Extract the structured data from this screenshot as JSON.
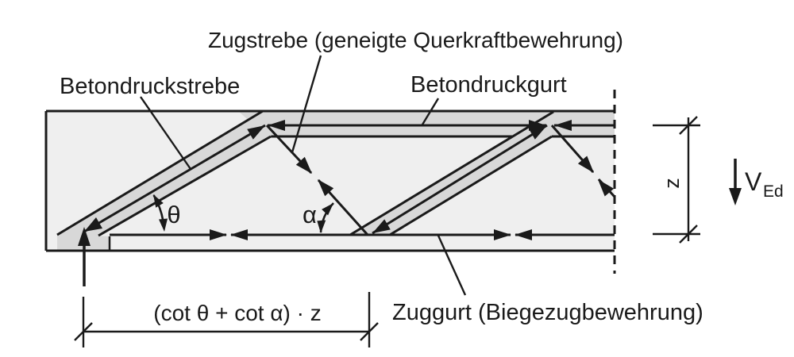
{
  "diagram": {
    "type": "strut-and-tie truss model (shear design of reinforced concrete beam)",
    "labels": {
      "compression_strut": "Betondruckstrebe",
      "tension_strut": "Zugstrebe (geneigte Querkraftbewehrung)",
      "compression_chord": "Betondruckgurt",
      "tension_chord": "Zuggurt (Biegezugbewehrung)",
      "theta": "θ",
      "alpha": "α",
      "span_dimension": "(cot θ + cot α) · z",
      "lever_arm": "z",
      "shear_force": "V",
      "shear_force_subscript": "Ed"
    },
    "colors": {
      "line": "#1a1a1a",
      "beam_fill": "#efefef",
      "band_fill": "#d8d8d8",
      "background": "#ffffff"
    }
  }
}
